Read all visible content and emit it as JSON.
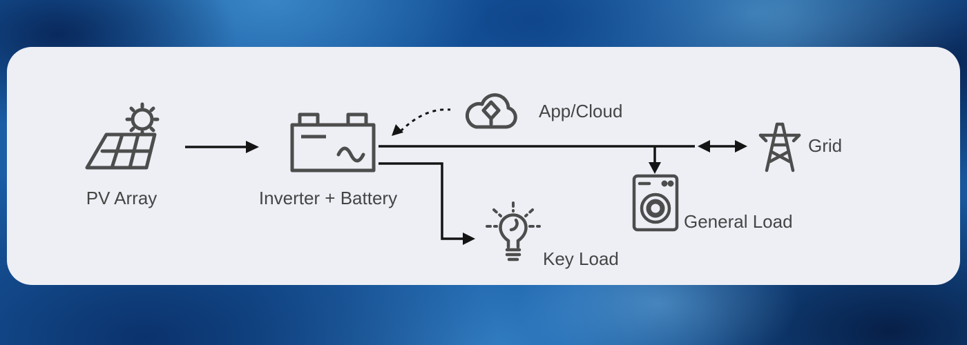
{
  "diagram": {
    "nodes": {
      "pv_array": {
        "label": "PV Array"
      },
      "inverter_battery": {
        "label": "Inverter + Battery"
      },
      "app_cloud": {
        "label": "App/Cloud"
      },
      "grid": {
        "label": "Grid"
      },
      "general_load": {
        "label": "General Load"
      },
      "key_load": {
        "label": "Key Load"
      }
    },
    "edges": [
      {
        "from": "pv_array",
        "to": "inverter_battery",
        "style": "solid",
        "direction": "one-way"
      },
      {
        "from": "inverter_battery",
        "to": "app_cloud",
        "style": "dashed",
        "direction": "to-inverter"
      },
      {
        "from": "inverter_battery",
        "to": "grid",
        "style": "solid",
        "direction": "two-way"
      },
      {
        "from": "inverter_battery",
        "to": "general_load",
        "style": "solid",
        "direction": "one-way"
      },
      {
        "from": "inverter_battery",
        "to": "key_load",
        "style": "solid",
        "direction": "one-way"
      }
    ],
    "colors": {
      "panel": "#edeff5",
      "icon": "#4d4d4d",
      "arrow": "#141414",
      "text": "#454545",
      "background_blue": "#1a5ea6"
    }
  }
}
